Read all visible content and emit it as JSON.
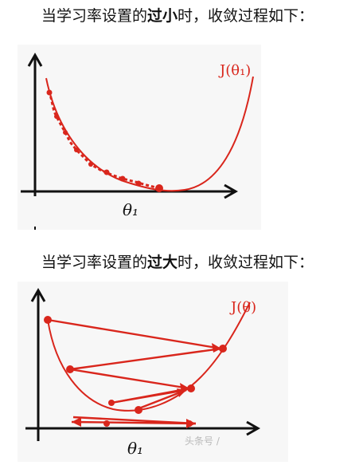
{
  "section_small": {
    "caption_before": "当学习率设置的",
    "caption_bold": "过小",
    "caption_after": "时，收敛过程如下：",
    "curve_label": "J(θ₁)",
    "axis_label": "θ₁"
  },
  "section_large": {
    "caption_before": "当学习率设置的",
    "caption_bold": "过大",
    "caption_after": "时，收敛过程如下：",
    "curve_label": "J(θ)",
    "axis_label": "θ₁"
  },
  "watermark": "头条号 / ",
  "colors": {
    "ink": "#111111",
    "marker": "#d9261c"
  }
}
